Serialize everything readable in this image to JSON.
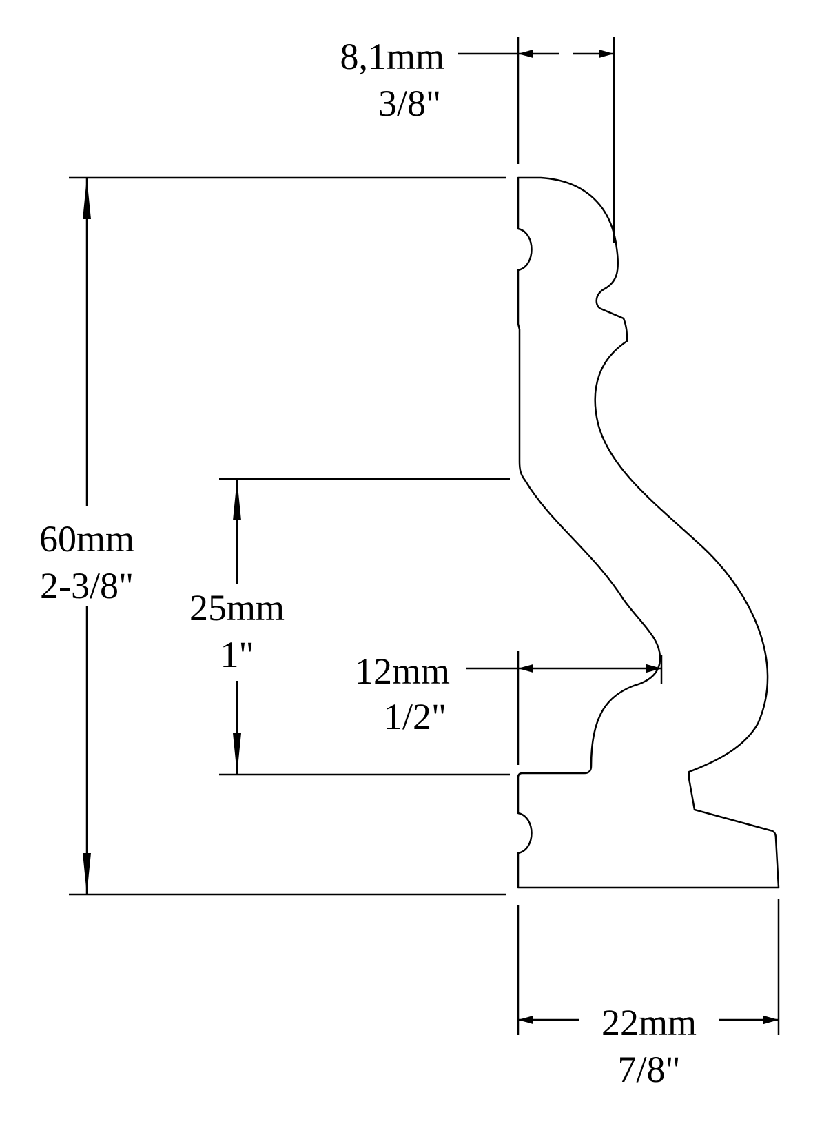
{
  "colors": {
    "line": "#000000",
    "background": "#ffffff"
  },
  "dimensions": {
    "top_projection": {
      "metric": "8,1mm",
      "imperial": "3/8\""
    },
    "total_height": {
      "metric": "60mm",
      "imperial": "2-3/8\""
    },
    "lower_height": {
      "metric": "25mm",
      "imperial": "1\""
    },
    "recess_depth": {
      "metric": "12mm",
      "imperial": "1/2\""
    },
    "total_depth": {
      "metric": "22mm",
      "imperial": "7/8\""
    }
  }
}
